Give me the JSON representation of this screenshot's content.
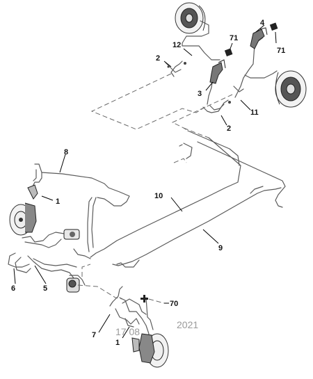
{
  "callouts": {
    "c2a": "2",
    "c12": "12",
    "c71a": "71",
    "c4": "4",
    "c71b": "71",
    "c3": "3",
    "c2b": "2",
    "c11": "11",
    "c8": "8",
    "c1a": "1",
    "c10": "10",
    "c9": "9",
    "c6": "6",
    "c5": "5",
    "c70": "70",
    "c7": "7",
    "c1b": "1"
  },
  "stamp": {
    "code": "17 08",
    "year": "2021"
  },
  "icons": {
    "front_marker": "plus-cross-icon",
    "bleed_cap": "black-square-icon"
  }
}
